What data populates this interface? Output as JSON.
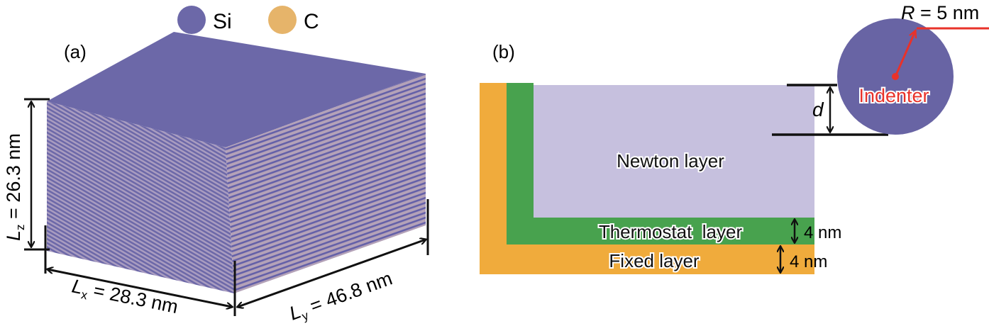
{
  "legend": {
    "items": [
      {
        "label": "Si",
        "color": "#6c68a8"
      },
      {
        "label": "C",
        "color": "#e6b46a"
      }
    ]
  },
  "panel_a": {
    "label": "(a)",
    "lz": {
      "symbol": "L",
      "sub": "z",
      "value": " = 26.3 nm"
    },
    "lx": {
      "symbol": "L",
      "sub": "x",
      "value": " = 28.3 nm"
    },
    "ly": {
      "symbol": "L",
      "sub": "y",
      "value": " = 46.8 nm"
    }
  },
  "panel_b": {
    "label": "(b)",
    "newton_layer": "Newton layer",
    "thermostat_layer": "Thermostat  layer",
    "fixed_layer": "Fixed layer",
    "thermostat_thickness": "4 nm",
    "fixed_thickness": "4 nm",
    "depth_symbol": "d",
    "indenter_label": "Indenter",
    "radius": {
      "symbol": "R",
      "value": " = 5 nm"
    },
    "colors": {
      "fixed": "#f0ab3c",
      "thermostat": "#48a24e",
      "newton": "#c6c0de",
      "indenter": "#6864a4",
      "accent": "#e8322a"
    }
  }
}
